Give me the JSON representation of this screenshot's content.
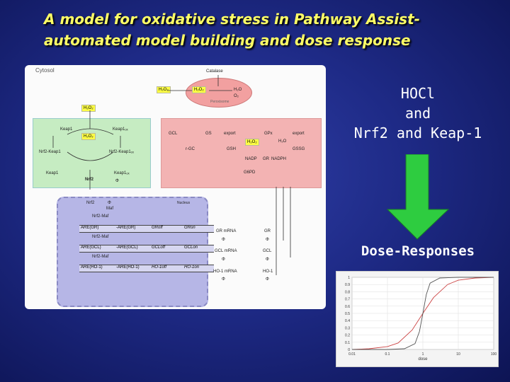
{
  "title": {
    "line1": "A model for oxidative stress in Pathway Assist-",
    "line2": "automated model building and dose response"
  },
  "diagram": {
    "cytosol": "Cytosol",
    "catalase": "Catalase",
    "peroxisome": "Peroxisome",
    "h2o2": "H₂O₂",
    "h2o": "H₂O",
    "o2": "O₂",
    "keap1": "Keap1",
    "keap1ox": "Keap1ₒₓ",
    "nrf2": "Nrf2",
    "nrf2keap1": "Nrf2-Keap1",
    "nrf2keap1ox": "Nrf2-Keap1ₒₓ",
    "phi": "Φ",
    "gcl": "GCL",
    "gs": "GS",
    "export": "export",
    "gpx": "GPx",
    "rgc": "r-GC",
    "gsh": "GSH",
    "gssg": "GSSG",
    "nadp": "NADP",
    "gr": "GR",
    "nadph": "NADPH",
    "g6pd": "G6PD",
    "nucleus": "Nucleus",
    "maf": "Maf",
    "nrf2maf": "Nrf2-Maf",
    "genes": [
      {
        "are_on": "ARE(GR)",
        "are_off": "-ARE(GR)",
        "off": "GRoff",
        "on": "GRon",
        "mrna": "GR mRNA",
        "prot": "GR"
      },
      {
        "are_on": "ARE(GCL)",
        "are_off": "-ARE(GCL)",
        "off": "GCLoff",
        "on": "GCLon",
        "mrna": "GCL mRNA",
        "prot": "GCL"
      },
      {
        "are_on": "ARE(HO-1)",
        "are_off": "-ARE(HO-1)",
        "off": "HO-1off",
        "on": "HO-1on",
        "mrna": "HO-1 mRNA",
        "prot": "HO-1"
      }
    ]
  },
  "right": {
    "hocl": "HOCl",
    "and": "and",
    "nrf2keap": "Nrf2 and Keap-1",
    "dose_responses": "Dose-Responses",
    "arrow_color": "#2ecc40"
  },
  "chart_data": {
    "type": "line",
    "xlabel": "dose",
    "xscale": "log",
    "xlim": [
      0.01,
      100
    ],
    "ylim": [
      0,
      1
    ],
    "xticks": [
      "0.01",
      "0.1",
      "1",
      "10",
      "100"
    ],
    "yticks": [
      "0",
      "0.1",
      "0.2",
      "0.3",
      "0.4",
      "0.5",
      "0.6",
      "0.7",
      "0.8",
      "0.9",
      "1"
    ],
    "series": [
      {
        "color": "#cc4444",
        "x": [
          0.01,
          0.03,
          0.1,
          0.2,
          0.5,
          1,
          2,
          5,
          10,
          30,
          100
        ],
        "values": [
          0.0,
          0.01,
          0.04,
          0.09,
          0.27,
          0.5,
          0.72,
          0.9,
          0.96,
          0.99,
          1.0
        ]
      },
      {
        "color": "#555555",
        "x": [
          0.01,
          0.1,
          0.3,
          0.6,
          0.8,
          1,
          1.25,
          1.6,
          3,
          10,
          100
        ],
        "values": [
          0.0,
          0.0,
          0.01,
          0.08,
          0.25,
          0.5,
          0.76,
          0.92,
          0.99,
          1.0,
          1.0
        ]
      }
    ]
  }
}
